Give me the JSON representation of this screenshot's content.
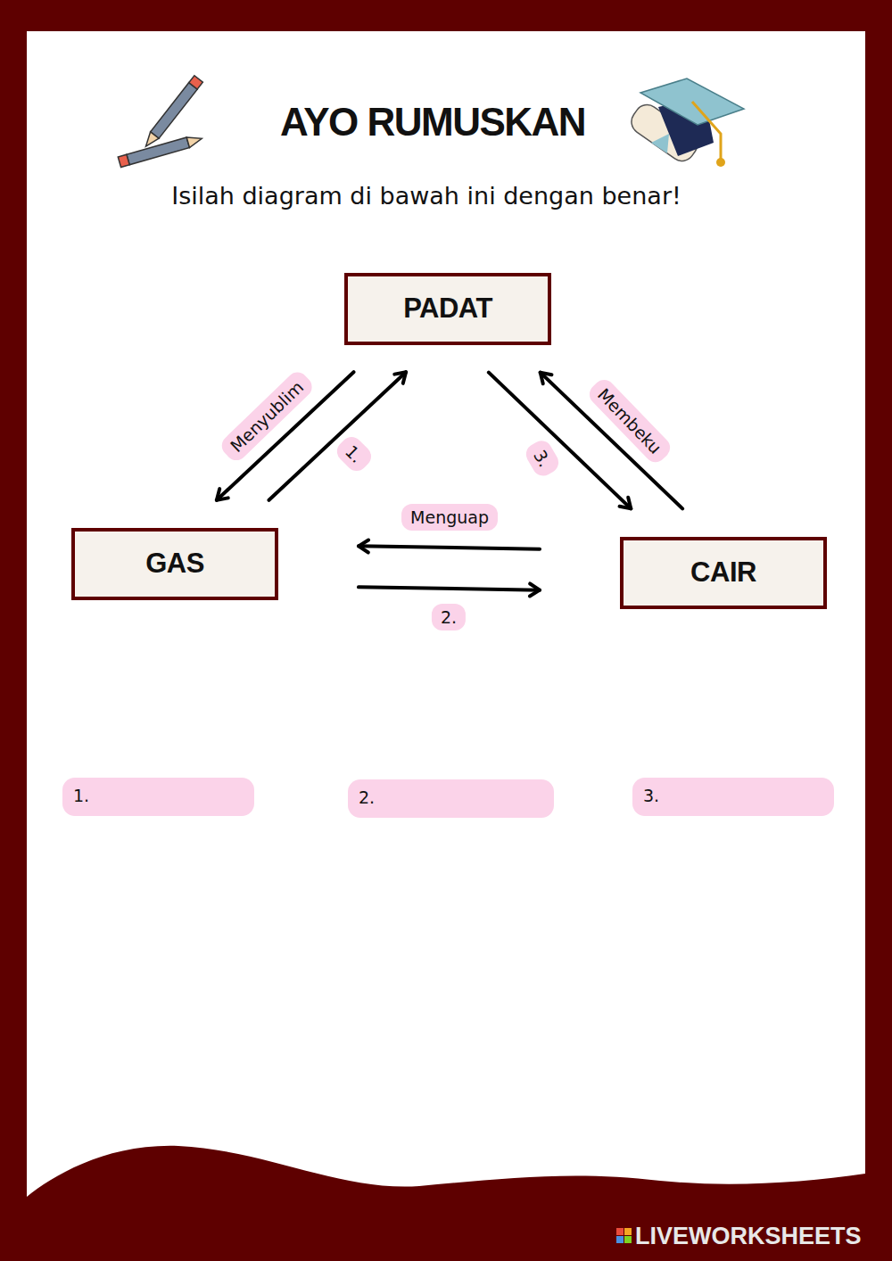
{
  "diagram": {
    "title": "AYO RUMUSKAN",
    "nodes": [
      {
        "text": [
          "PADAT"
        ]
      },
      {
        "text": [
          "GAS"
        ]
      },
      {
        "text": [
          "CAIR"
        ]
      }
    ],
    "edges": [
      {
        "from": 0,
        "to": 1,
        "arrow": "to",
        "label": "Menyublim"
      },
      {
        "from": 1,
        "to": 0,
        "arrow": "to",
        "label": "1."
      },
      {
        "from": 2,
        "to": 1,
        "arrow": "to",
        "label": "Menguap"
      },
      {
        "from": 1,
        "to": 2,
        "arrow": "to",
        "label": "2."
      },
      {
        "from": 2,
        "to": 0,
        "arrow": "to",
        "label": "Membeku"
      },
      {
        "from": 0,
        "to": 2,
        "arrow": "to",
        "label": "3."
      }
    ],
    "labels": [
      "Isilah diagram di bawah ini dengan benar!",
      "1.",
      "2.",
      "3.",
      "LIVEWORKSHEETS"
    ]
  }
}
